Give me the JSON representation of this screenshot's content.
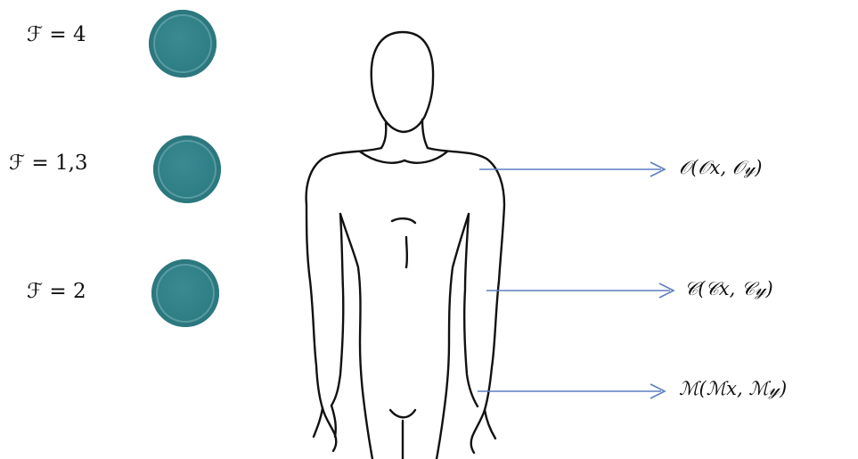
{
  "frequencies": [
    {
      "label": "ℱ = 4"
    },
    {
      "label": "ℱ = 1,3"
    },
    {
      "label": "ℱ = 2"
    }
  ],
  "points": [
    {
      "label": "𝒪(𝒪𝑥, 𝒪𝓎)"
    },
    {
      "label": "𝒞(𝒞𝑥, 𝒞𝓎)"
    },
    {
      "label": "ℳ(ℳ𝑥, ℳ𝓎)"
    }
  ],
  "colors": {
    "dot": "#2f7f86",
    "arrow": "#5b7fc0",
    "outline": "#111111"
  }
}
